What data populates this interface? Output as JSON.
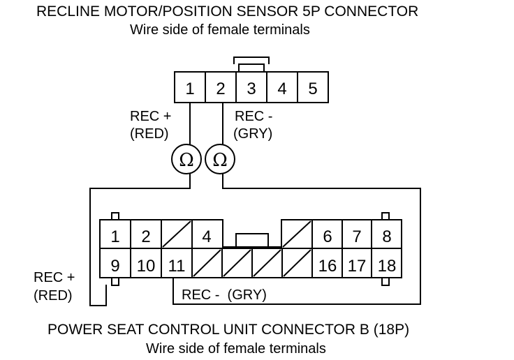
{
  "top_connector": {
    "title": "RECLINE MOTOR/POSITION SENSOR 5P CONNECTOR",
    "subtitle": "Wire side of female terminals",
    "pins": [
      "1",
      "2",
      "3",
      "4",
      "5"
    ]
  },
  "meters": {
    "left": {
      "symbol": "Ω",
      "label_line1": "REC +",
      "label_line2": "(RED)"
    },
    "right": {
      "symbol": "Ω",
      "label_line1": "REC -",
      "label_line2": "(GRY)"
    }
  },
  "bottom_connector": {
    "title": "POWER SEAT CONTROL UNIT CONNECTOR B (18P)",
    "subtitle": "Wire side of female terminals",
    "row1": [
      "1",
      "2",
      "",
      "4",
      "",
      "",
      "",
      "",
      "6",
      "7",
      "8"
    ],
    "row2": [
      "9",
      "10",
      "11",
      "",
      "",
      "",
      "",
      "16",
      "17",
      "18"
    ],
    "left_label_line1": "REC +",
    "left_label_line2": "(RED)",
    "bottom_label": "REC -  (GRY)"
  }
}
